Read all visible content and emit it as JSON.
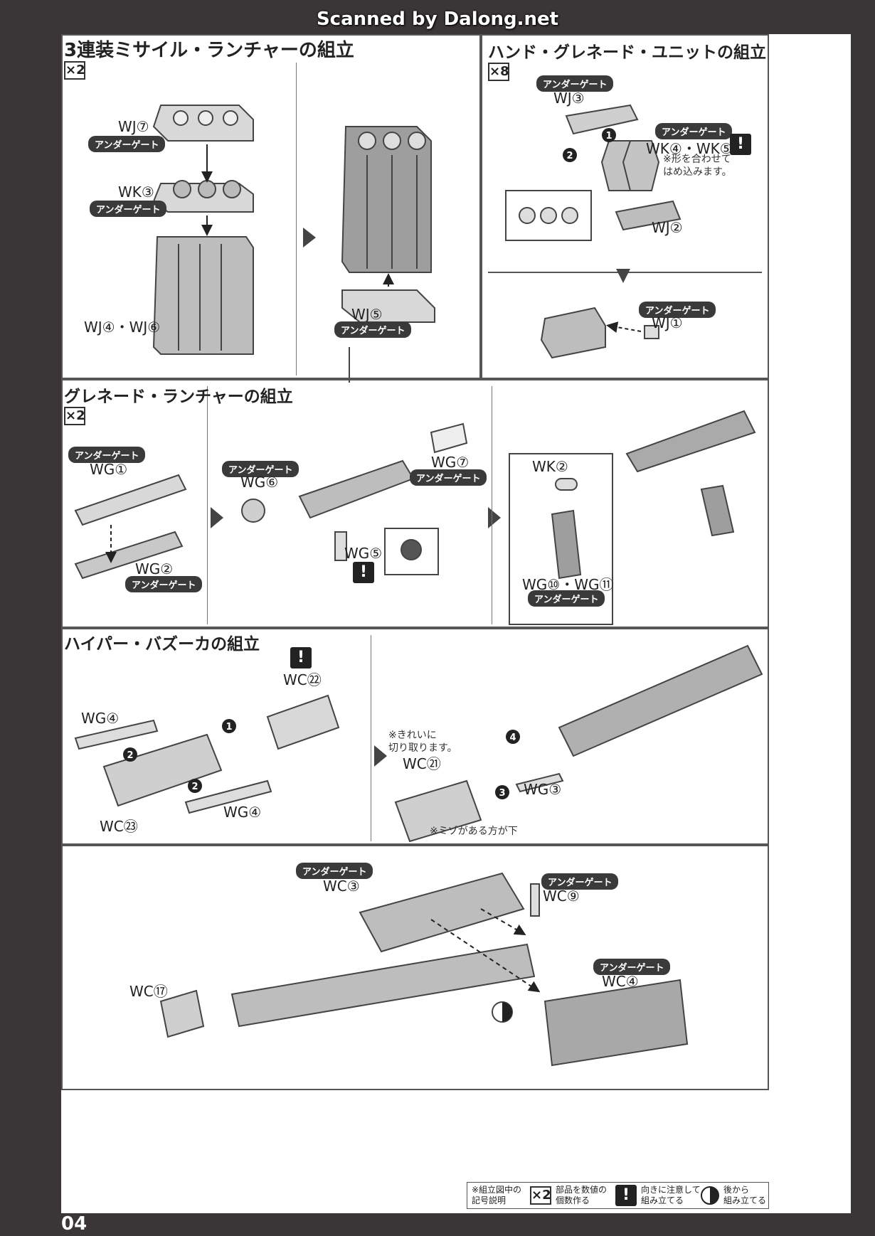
{
  "scan_credit": "Scanned by Dalong.net",
  "page_number": "04",
  "gate_label": "アンダーゲート",
  "sections": {
    "missile": {
      "title": "3連装ミサイル・ランチャーの組立",
      "multiplier": "×2",
      "parts": {
        "wj7": "WJ⑦",
        "wk3": "WK③",
        "wj46": "WJ④・WJ⑥",
        "wj5": "WJ⑤"
      }
    },
    "grenade_unit": {
      "title": "ハンド・グレネード・ユニットの組立",
      "multiplier": "×8",
      "parts": {
        "wj3": "WJ③",
        "wk45": "WK④・WK⑤",
        "wj2": "WJ②",
        "wj1": "WJ①"
      },
      "note": "※形を合わせて\nはめ込みます。",
      "steps": [
        "1",
        "2"
      ]
    },
    "grenade_launcher": {
      "title": "グレネード・ランチャーの組立",
      "multiplier": "×2",
      "parts": {
        "wg1": "WG①",
        "wg2": "WG②",
        "wg6": "WG⑥",
        "wg7": "WG⑦",
        "wg5": "WG⑤",
        "wk2": "WK②",
        "wg1011": "WG⑩・WG⑪"
      }
    },
    "bazooka": {
      "title": "ハイパー・バズーカの組立",
      "parts": {
        "wg4a": "WG④",
        "wg4b": "WG④",
        "wc23": "WC㉓",
        "wc22": "WC㉒",
        "wc21": "WC㉑",
        "wg3": "WG③",
        "wc3": "WC③",
        "wc9": "WC⑨",
        "wc17": "WC⑰",
        "wc4": "WC④"
      },
      "note_cut": "※きれいに\n切り取ります。",
      "note_groove": "※ミゾがある方が下",
      "steps": [
        "1",
        "2",
        "2",
        "3",
        "4"
      ]
    }
  },
  "legend": {
    "title": "※組立図中の\n記号説明",
    "mult_symbol": "×2",
    "mult_text": "部品を数値の\n個数作る",
    "warn_symbol": "!",
    "warn_text": "向きに注意して\n組み立てる",
    "back_text": "後から\n組み立てる"
  }
}
